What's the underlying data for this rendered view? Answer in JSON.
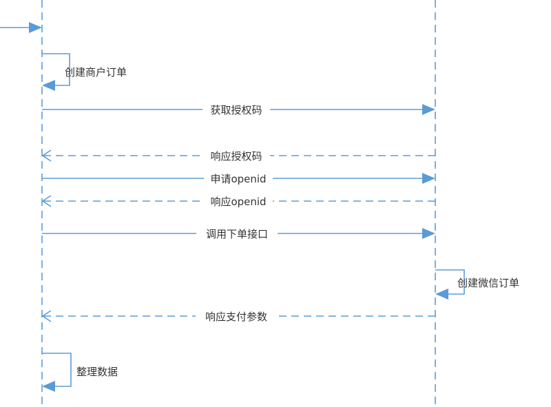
{
  "colors": {
    "line": "#5b9bd5",
    "text": "#333333",
    "background": "#ffffff"
  },
  "messages": {
    "create_merchant_order": "创建商户订单",
    "get_auth_code": "获取授权码",
    "respond_auth_code": "响应授权码",
    "request_openid": "申请openid",
    "respond_openid": "响应openid",
    "call_order_api": "调用下单接口",
    "create_wechat_order": "创建微信订单",
    "respond_payment_params": "响应支付参数",
    "organize_data": "整理数据"
  }
}
